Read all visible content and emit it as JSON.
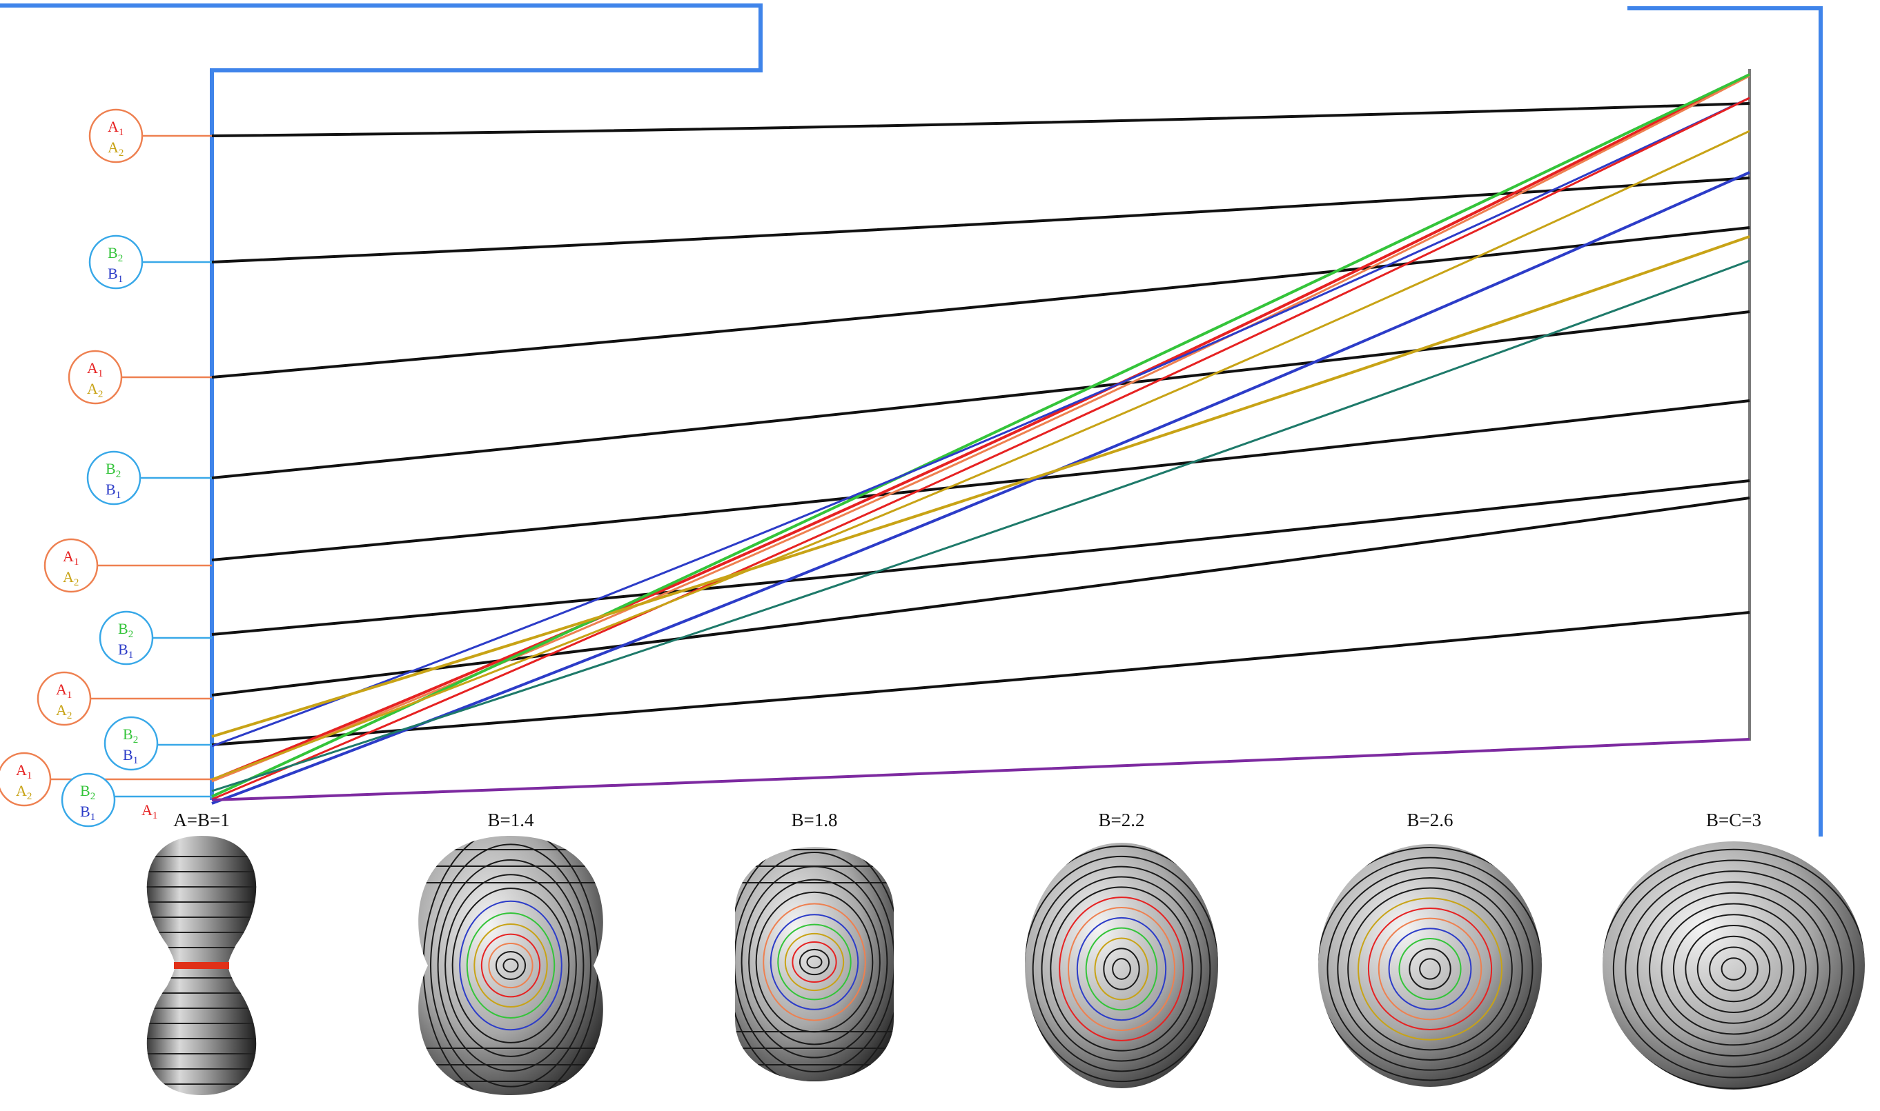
{
  "colors": {
    "frame": "#3f84ea",
    "black": "#111111",
    "A1": "#e62222",
    "A2": "#c8a316",
    "B1": "#2c3cc8",
    "B2": "#34c43a",
    "A_bubble": "#ee8050",
    "B_bubble": "#38a8e8"
  },
  "labels": {
    "A1": "A",
    "A1_sub": "1",
    "A2": "A",
    "A2_sub": "2",
    "B1": "B",
    "B1_sub": "1",
    "B2": "B",
    "B2_sub": "2",
    "bottom_A1": "A",
    "bottom_A1_sub": "1"
  },
  "shapes": [
    {
      "label": "A=B=1",
      "kind": "dumbbell"
    },
    {
      "label": "B=1.4",
      "kind": "peanut"
    },
    {
      "label": "B=1.8",
      "kind": "capsule"
    },
    {
      "label": "B=2.2",
      "kind": "oval"
    },
    {
      "label": "B=2.6",
      "kind": "round-oval"
    },
    {
      "label": "B=C=3",
      "kind": "disk"
    }
  ]
}
